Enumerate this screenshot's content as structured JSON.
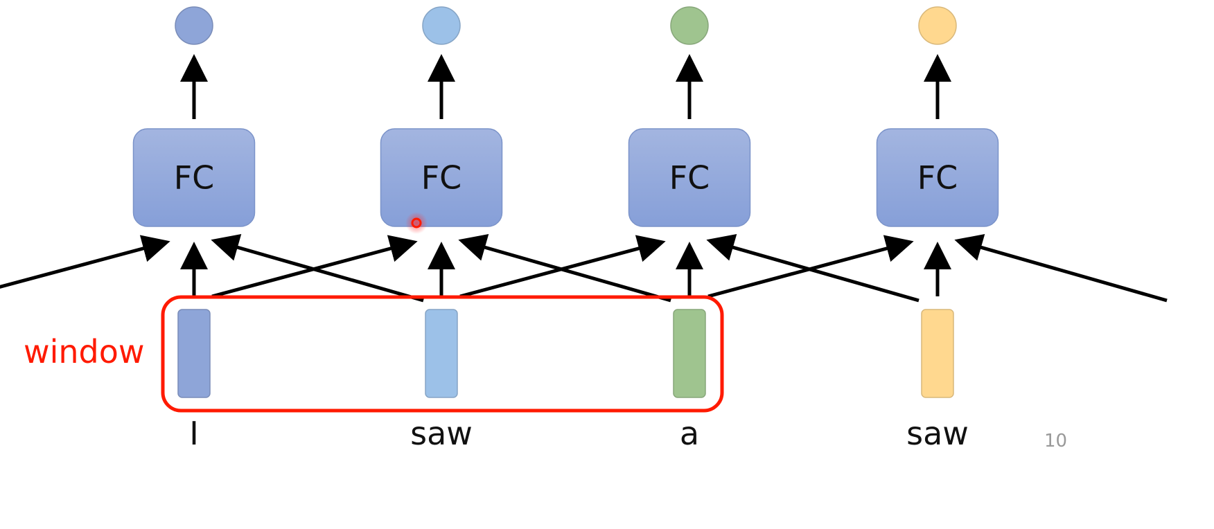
{
  "diagram": {
    "title": "Fully-connected network over a sliding window of word vectors",
    "words": [
      {
        "text": "I",
        "color": "#8ea5d8",
        "output_color": "#8ea5d8"
      },
      {
        "text": "saw",
        "color": "#9cc1e8",
        "output_color": "#9cc1e8"
      },
      {
        "text": "a",
        "color": "#9fc48f",
        "output_color": "#9fc48f"
      },
      {
        "text": "saw",
        "color": "#ffd88f",
        "output_color": "#ffd88f"
      }
    ],
    "layer_label": "FC",
    "layer_color": "#8ea5d8",
    "window": {
      "label": "window",
      "color": "#ff1a00",
      "covers_words": [
        0,
        1,
        2
      ]
    },
    "edge_color": "#000000",
    "connections": "each FC block receives its own word plus the previous and next word; each FC block outputs one prediction node"
  },
  "page_number": "10"
}
